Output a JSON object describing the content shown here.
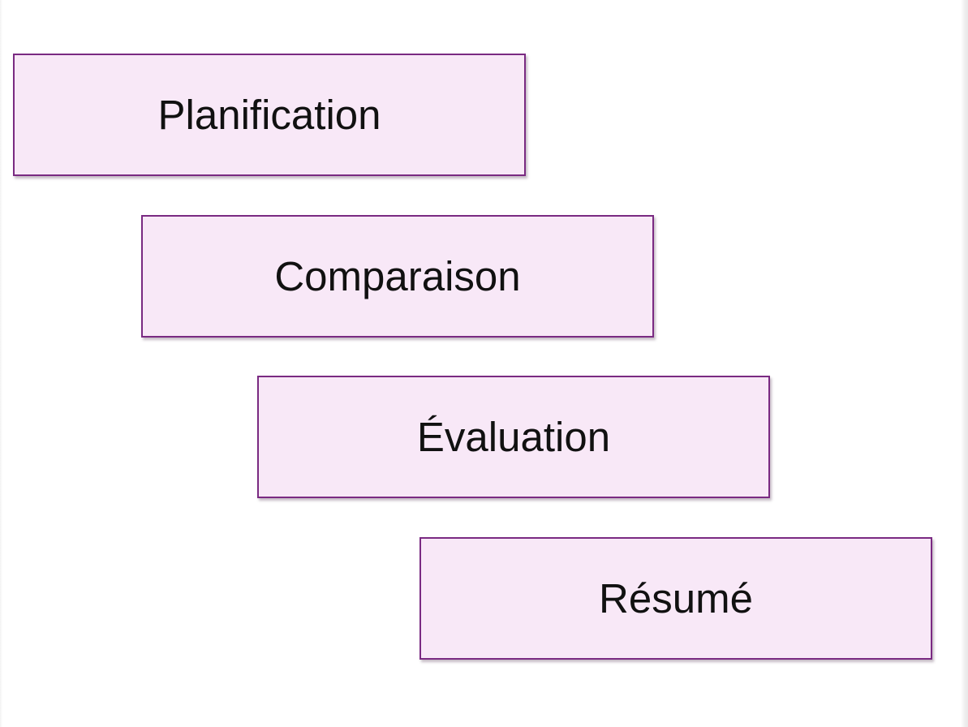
{
  "diagram": {
    "steps": [
      {
        "label": "Planification"
      },
      {
        "label": "Comparaison"
      },
      {
        "label": "Évaluation"
      },
      {
        "label": "Résumé"
      }
    ]
  },
  "colors": {
    "box_fill": "#f8e8f7",
    "box_border": "#7a2a82",
    "text": "#111111",
    "background": "#ffffff"
  }
}
